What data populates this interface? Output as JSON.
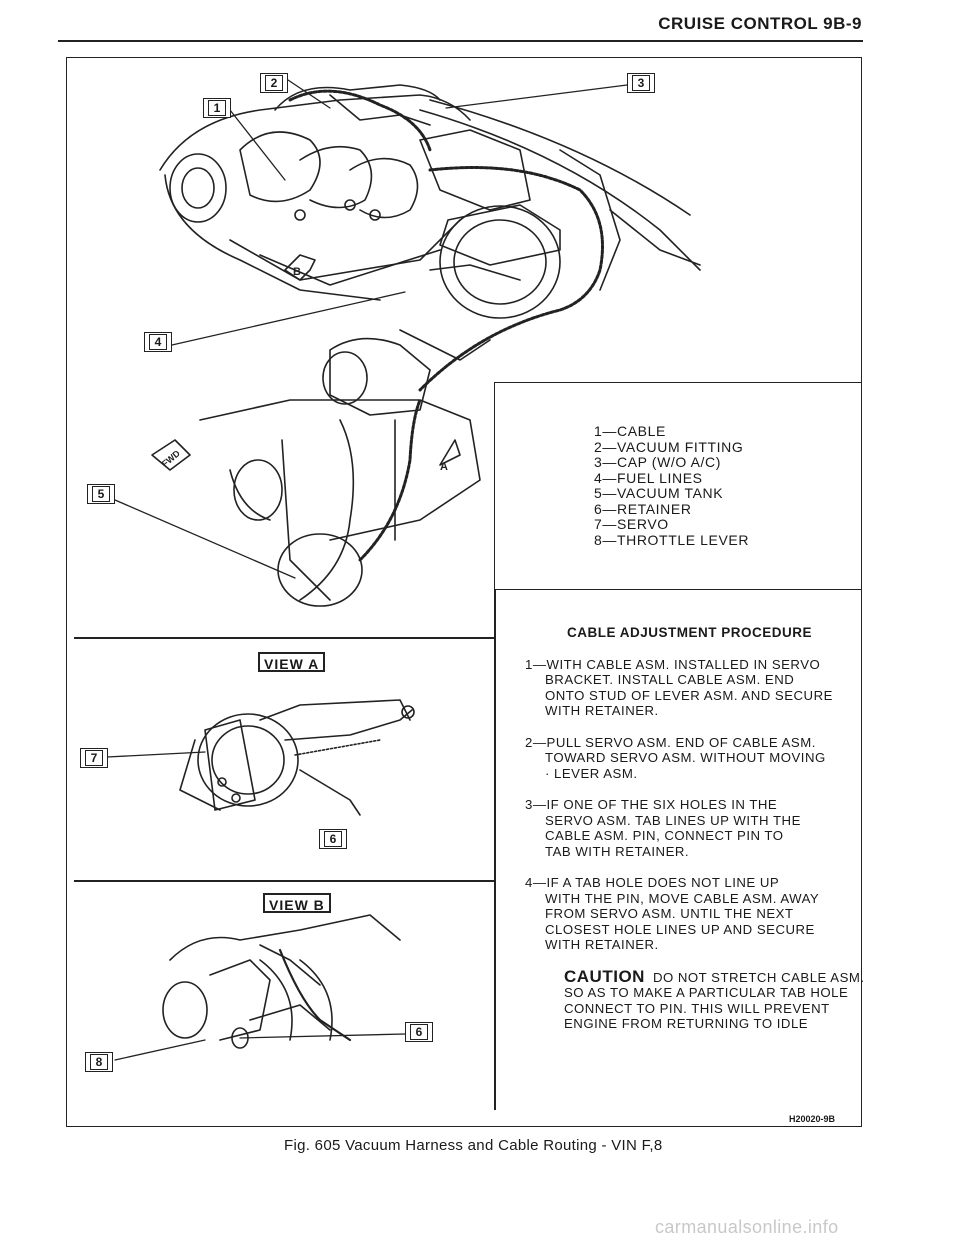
{
  "header": {
    "title": "CRUISE CONTROL 9B-9"
  },
  "legend": {
    "items": [
      "1—CABLE",
      "2—VACUUM FITTING",
      "3—CAP (W/O A/C)",
      "4—FUEL LINES",
      "5—VACUUM TANK",
      "6—RETAINER",
      "7—SERVO",
      "8—THROTTLE LEVER"
    ]
  },
  "callouts": {
    "c1": "1",
    "c2": "2",
    "c3": "3",
    "c4": "4",
    "c5": "5",
    "c6a": "6",
    "c6b": "6",
    "c7": "7",
    "c8": "8"
  },
  "views": {
    "a": "VIEW A",
    "b": "VIEW B",
    "arrow_a": "A",
    "arrow_b": "B",
    "fwd": "FWD"
  },
  "procedure": {
    "title": "CABLE ADJUSTMENT PROCEDURE",
    "steps": [
      "1—WITH CABLE ASM. INSTALLED IN SERVO\nBRACKET. INSTALL CABLE ASM. END\nONTO STUD OF LEVER ASM. AND SECURE\nWITH RETAINER.",
      "2—PULL SERVO ASM. END OF CABLE ASM.\nTOWARD SERVO ASM. WITHOUT MOVING\n· LEVER ASM.",
      "3—IF ONE OF THE SIX HOLES IN THE\nSERVO ASM. TAB LINES UP WITH THE\nCABLE ASM. PIN, CONNECT PIN TO\nTAB WITH RETAINER.",
      "4—IF A TAB HOLE DOES NOT LINE UP\nWITH THE PIN, MOVE CABLE ASM. AWAY\nFROM SERVO ASM. UNTIL  THE NEXT\nCLOSEST HOLE LINES UP AND SECURE\nWITH RETAINER."
    ],
    "caution_head": "CAUTION",
    "caution_text": "DO NOT STRETCH CABLE ASM.\nSO AS TO MAKE A PARTICULAR TAB HOLE\nCONNECT TO PIN. THIS WILL PREVENT\nENGINE FROM RETURNING TO IDLE"
  },
  "figure_code": "H20020-9B",
  "caption": "Fig. 605 Vacuum Harness and Cable Routing - VIN F,8",
  "watermark": "carmanualsonline.info"
}
